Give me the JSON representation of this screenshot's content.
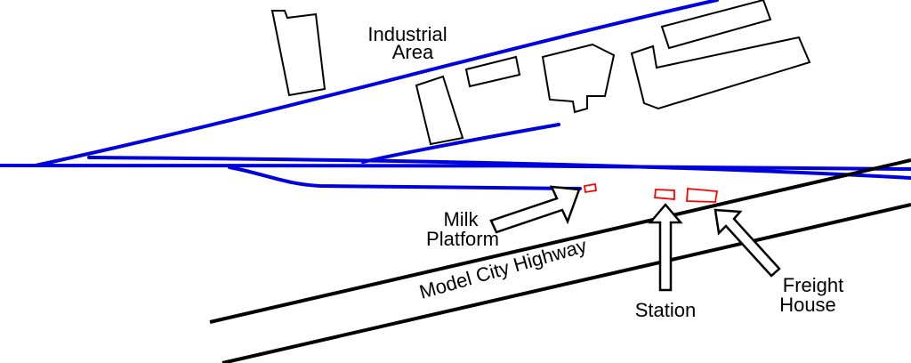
{
  "map": {
    "labels": {
      "industrial_area_line1": "Industrial",
      "industrial_area_line2": "Area",
      "milk_platform_line1": "Milk",
      "milk_platform_line2": "Platform",
      "highway": "Model City Highway",
      "station": "Station",
      "freight_house_line1": "Freight",
      "freight_house_line2": "House"
    },
    "colors": {
      "track": "#0000dd",
      "marker": "#ff0000",
      "building_outline": "#000000",
      "road": "#000000",
      "background": "#ffffff"
    }
  }
}
